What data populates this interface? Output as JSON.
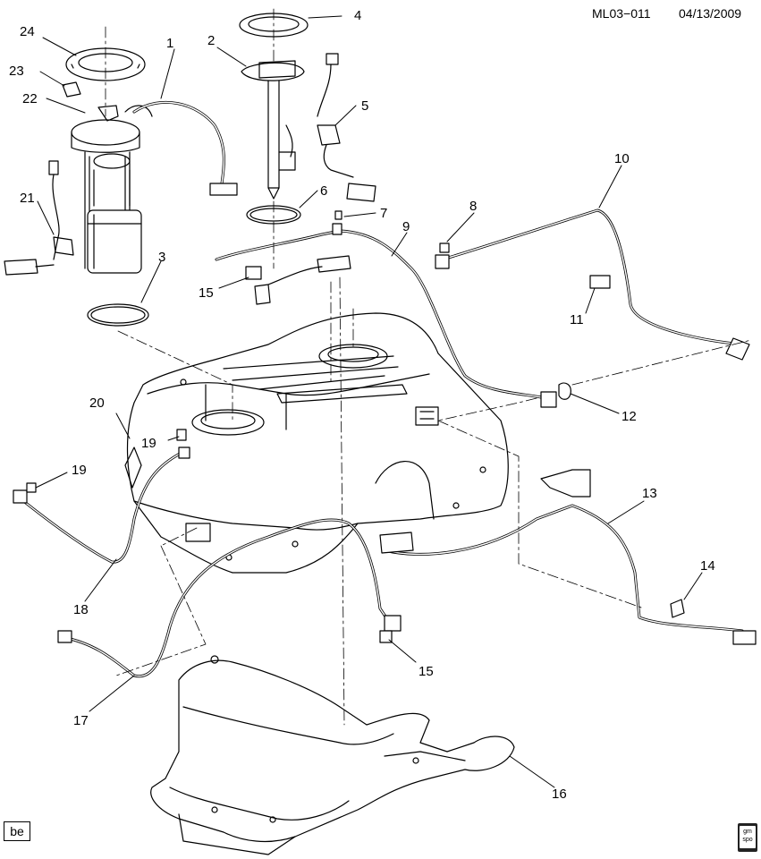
{
  "header": {
    "diagram_code": "ML03−011",
    "date": "04/13/2009"
  },
  "callouts": [
    "1",
    "2",
    "3",
    "4",
    "5",
    "6",
    "7",
    "8",
    "9",
    "10",
    "11",
    "12",
    "13",
    "14",
    "15",
    "15",
    "16",
    "17",
    "18",
    "19",
    "19",
    "20",
    "21",
    "22",
    "23",
    "24"
  ],
  "badge": "be",
  "logo": {
    "icon": "gm-spo-logo-icon",
    "line1": "gm",
    "line2": "spo"
  }
}
